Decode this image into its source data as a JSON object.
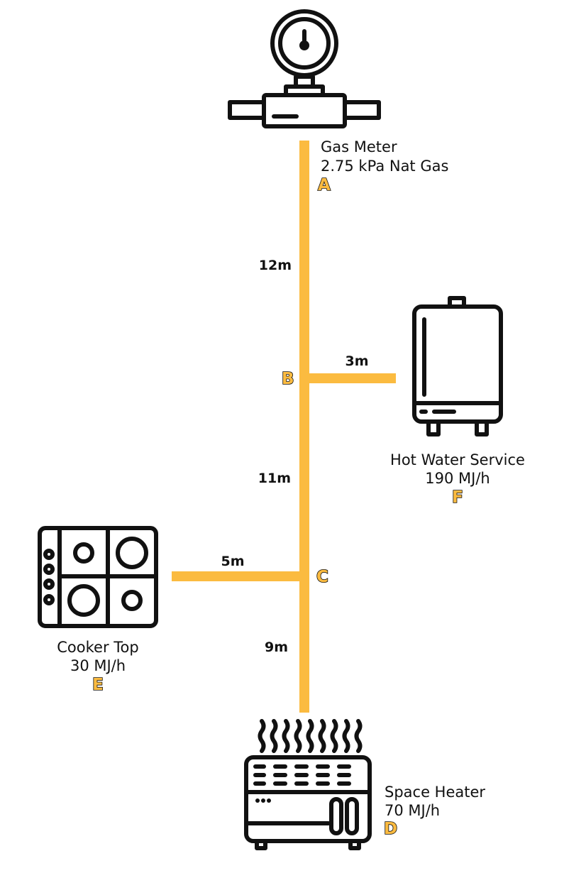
{
  "meter": {
    "line1": "Gas Meter",
    "line2": "2.75 kPa Nat Gas",
    "node": "A"
  },
  "hot_water": {
    "line1": "Hot Water Service",
    "line2": "190 MJ/h",
    "node": "F"
  },
  "cooker": {
    "line1": "Cooker Top",
    "line2": "30 MJ/h",
    "node": "E"
  },
  "heater": {
    "line1": "Space Heater",
    "line2": "70 MJ/h",
    "node": "D"
  },
  "junctions": {
    "b": "B",
    "c": "C"
  },
  "lengths": {
    "ab": "12m",
    "bf": "3m",
    "bc": "11m",
    "ce": "5m",
    "cd": "9m"
  },
  "colors": {
    "pipe": "#fbbb40",
    "ink": "#111111"
  },
  "icons": {
    "meter": "gas-meter-icon",
    "hot_water": "water-heater-icon",
    "cooker": "cooktop-icon",
    "heater": "space-heater-icon"
  }
}
